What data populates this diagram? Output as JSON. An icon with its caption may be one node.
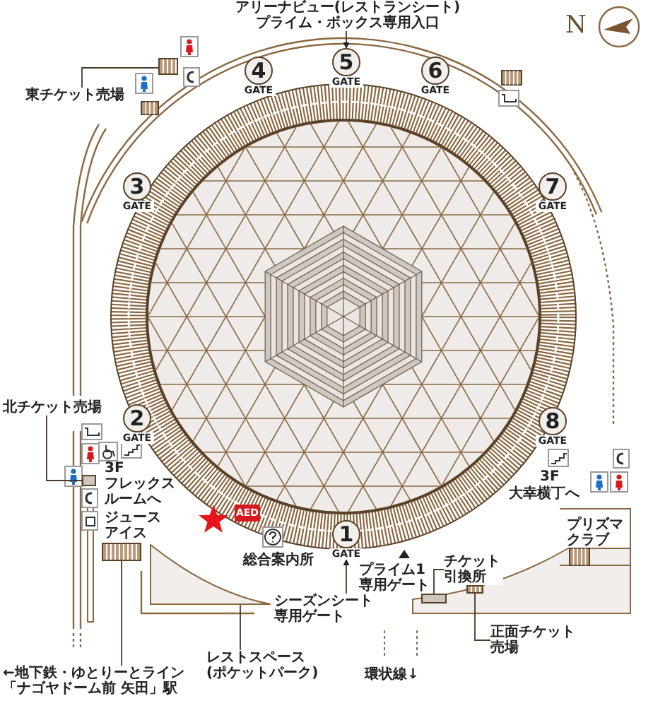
{
  "diagram": {
    "nodes": [
      {
        "text": [
          "アリーナビュー(レストランシート)プライム・ボックス専用入口"
        ]
      },
      {
        "text": [
          "4",
          "GATE"
        ]
      },
      {
        "text": [
          "5",
          "GATE"
        ]
      },
      {
        "text": [
          "6",
          "GATE"
        ]
      },
      {
        "text": [
          "3",
          "GATE"
        ]
      },
      {
        "text": [
          "7",
          "GATE"
        ]
      },
      {
        "text": [
          "2",
          "GATE"
        ]
      },
      {
        "text": [
          "8",
          "GATE"
        ]
      },
      {
        "text": [
          "1",
          "GATE"
        ]
      },
      {
        "text": [
          "東チケット売場"
        ]
      },
      {
        "text": [
          "北チケット売場"
        ]
      },
      {
        "text": [
          "プライム1専用ゲート"
        ]
      },
      {
        "text": [
          "シーズンシート専用ゲート"
        ]
      },
      {
        "text": [
          "チケット引換所"
        ]
      },
      {
        "text": [
          "正面チケット売場"
        ]
      },
      {
        "text": [
          "レストスペース(ポケットパーク)"
        ]
      },
      {
        "text": [
          "←地下鉄・ゆとりーとライン「ナゴヤドーム前 矢田」駅"
        ]
      },
      {
        "text": [],
        "shape": "box"
      },
      {
        "text": [],
        "shape": "box"
      },
      {
        "text": [],
        "shape": "box"
      },
      {
        "text": [],
        "shape": "box"
      },
      {
        "text": [],
        "shape": "box"
      },
      {
        "text": [],
        "shape": "box"
      }
    ],
    "edges": [
      {
        "from": 0,
        "to": 2,
        "arrow": "to"
      },
      {
        "from": 9,
        "to": 17,
        "arrow": "none"
      },
      {
        "from": 10,
        "to": 18,
        "arrow": "none"
      },
      {
        "from": 12,
        "to": 8,
        "arrow": "to"
      },
      {
        "from": 13,
        "to": 19,
        "arrow": "none"
      },
      {
        "from": 14,
        "to": 20,
        "arrow": "none"
      },
      {
        "from": 15,
        "to": 21,
        "arrow": "none"
      },
      {
        "from": 16,
        "to": 22,
        "arrow": "none"
      }
    ],
    "labels": [
      "3F",
      "フレックスルームへ",
      "ジュースアイス",
      "AED",
      "総合案内所",
      "3F",
      "大幸横丁へ",
      "プリズマクラブ",
      "環状線↓",
      "N"
    ]
  }
}
